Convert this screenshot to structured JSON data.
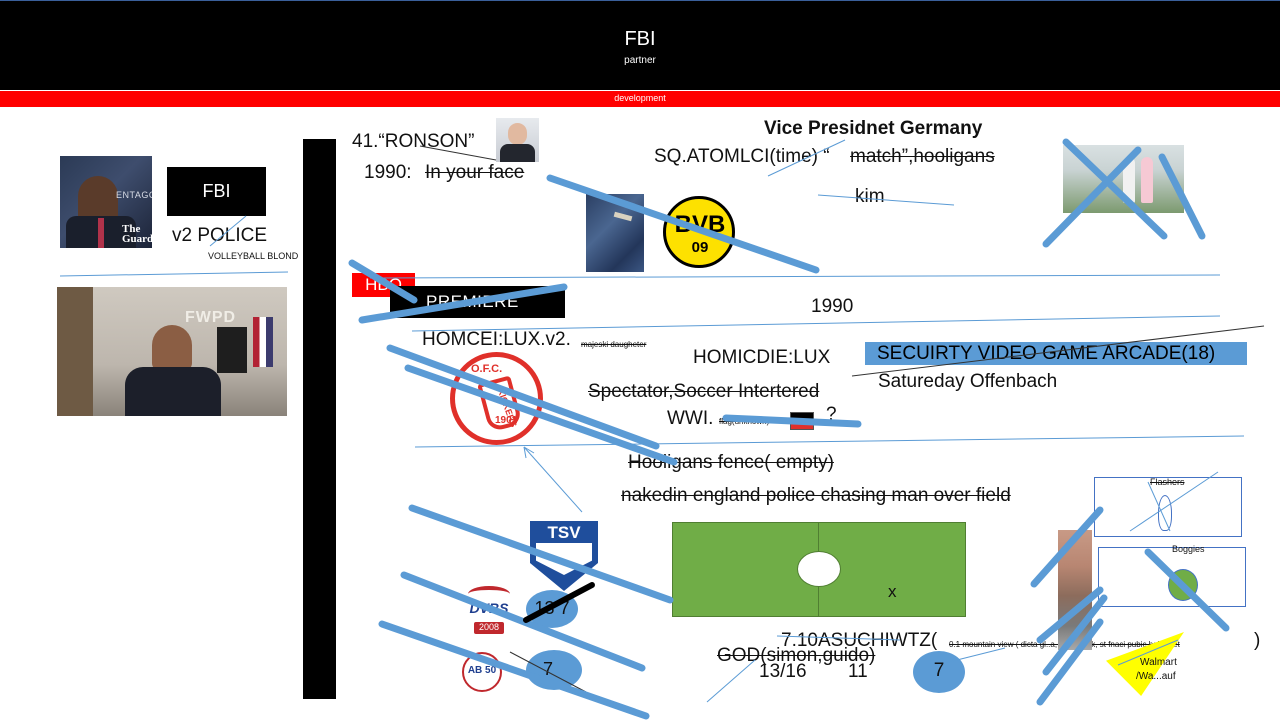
{
  "header": {
    "title": "FBI",
    "subtitle": "partner"
  },
  "band": {
    "label": "development"
  },
  "left": {
    "fbi_box": "FBI",
    "v2_police": "v2  POLICE",
    "volleyball": "VOLLEYBALL BLOND",
    "pentagon_text": "ENTAGON",
    "guardian_text": "The Guard",
    "fwpd_text": "FWPD"
  },
  "top": {
    "ronson": "41.“RONSON”",
    "year_1990_label": "1990:",
    "in_your_face": "In your face",
    "vp": "Vice Presidnet Germany",
    "sq": "SQ.ATOMLCI(time) “",
    "match": "match”,hooligans",
    "kim": "kim",
    "bvb": "BVB",
    "bvb_09": "09"
  },
  "middle": {
    "hbo": "HBO",
    "premiere": "PREMIERE",
    "year_1990": "1990",
    "homcei": "HOMCEI:LUX.v2.",
    "majeski": "majeski daugheter",
    "homicdie": "HOMICDIE:LUX",
    "arcade": "SECUIRTY VIDEO GAME ARCADE(18)",
    "offenbach": "Satureday Offenbach",
    "spectator": "Spectator,Soccer Intertered",
    "wwi": "WWI.",
    "flag_unknown": "flag(unknown)",
    "question": "?",
    "fence": "Hooligans fence( empty)",
    "naked": "nakedin england police chasing man over field",
    "kickers_top": "O.F.C.",
    "kickers_side": "KICKERS",
    "kickers_year": "1901"
  },
  "bottom": {
    "tsv": "TSV",
    "dvbs": "DVBS",
    "dvbs_year": "2008",
    "oval_13_7": "13 7",
    "oval_7": "7",
    "badge_left_text": "AB 50",
    "field_x": "x",
    "auschwitz": "7.10ASUCHIWTZ(",
    "auschwitz_small": "0.1 mountain view ( dicta gl..a, blong dick, st fnaci pubic hair/! net",
    "auschwitz_close": ")",
    "god": "GOD(simon,guido)",
    "n13_16": "13/16",
    "n11": "11",
    "oval_right_7": "7",
    "flashers": "Flashers",
    "boggies": "Boggies",
    "walmart": "Walmart",
    "walmart2": "/Wa...auf"
  },
  "colors": {
    "header_bg": "#000000",
    "band": "#ff0000",
    "stroke": "#5b9bd5",
    "field": "#70ad47",
    "oval": "#5b9bd5",
    "arcade_bg": "#5b9bd5",
    "kickers_red": "#e0302a",
    "bvb_yellow": "#fde100",
    "tsv_blue": "#1f4e9c",
    "walmart_yellow": "#ffff00"
  }
}
